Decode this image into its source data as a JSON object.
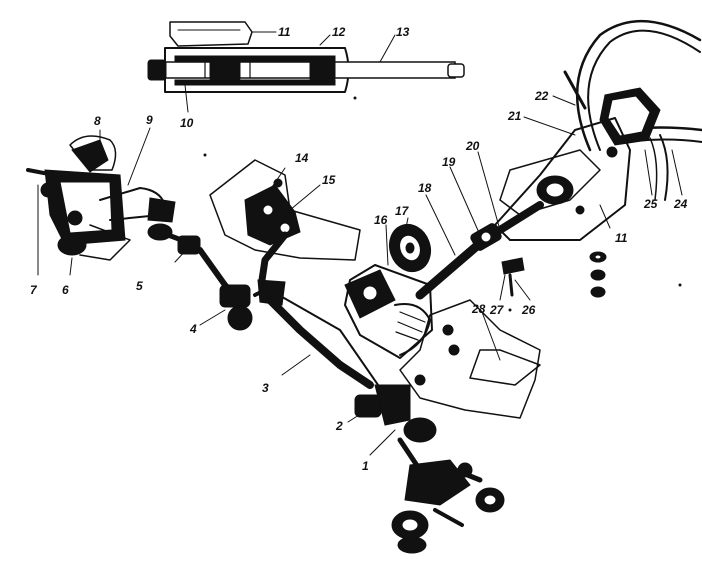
{
  "diagram": {
    "callouts": [
      {
        "id": "c1",
        "text": "1"
      },
      {
        "id": "c2",
        "text": "2"
      },
      {
        "id": "c3",
        "text": "3"
      },
      {
        "id": "c4",
        "text": "4"
      },
      {
        "id": "c5",
        "text": "5"
      },
      {
        "id": "c6",
        "text": "6"
      },
      {
        "id": "c7",
        "text": "7"
      },
      {
        "id": "c8",
        "text": "8"
      },
      {
        "id": "c9",
        "text": "9"
      },
      {
        "id": "c10",
        "text": "10"
      },
      {
        "id": "c11a",
        "text": "11"
      },
      {
        "id": "c11b",
        "text": "11"
      },
      {
        "id": "c12",
        "text": "12"
      },
      {
        "id": "c13",
        "text": "13"
      },
      {
        "id": "c14",
        "text": "14"
      },
      {
        "id": "c15",
        "text": "15"
      },
      {
        "id": "c16",
        "text": "16"
      },
      {
        "id": "c17",
        "text": "17"
      },
      {
        "id": "c18",
        "text": "18"
      },
      {
        "id": "c19",
        "text": "19"
      },
      {
        "id": "c20",
        "text": "20"
      },
      {
        "id": "c21",
        "text": "21"
      },
      {
        "id": "c22",
        "text": "22"
      },
      {
        "id": "c24",
        "text": "24"
      },
      {
        "id": "c25",
        "text": "25"
      },
      {
        "id": "c26",
        "text": "26"
      },
      {
        "id": "c27",
        "text": "27"
      },
      {
        "id": "c28",
        "text": "28"
      }
    ]
  }
}
